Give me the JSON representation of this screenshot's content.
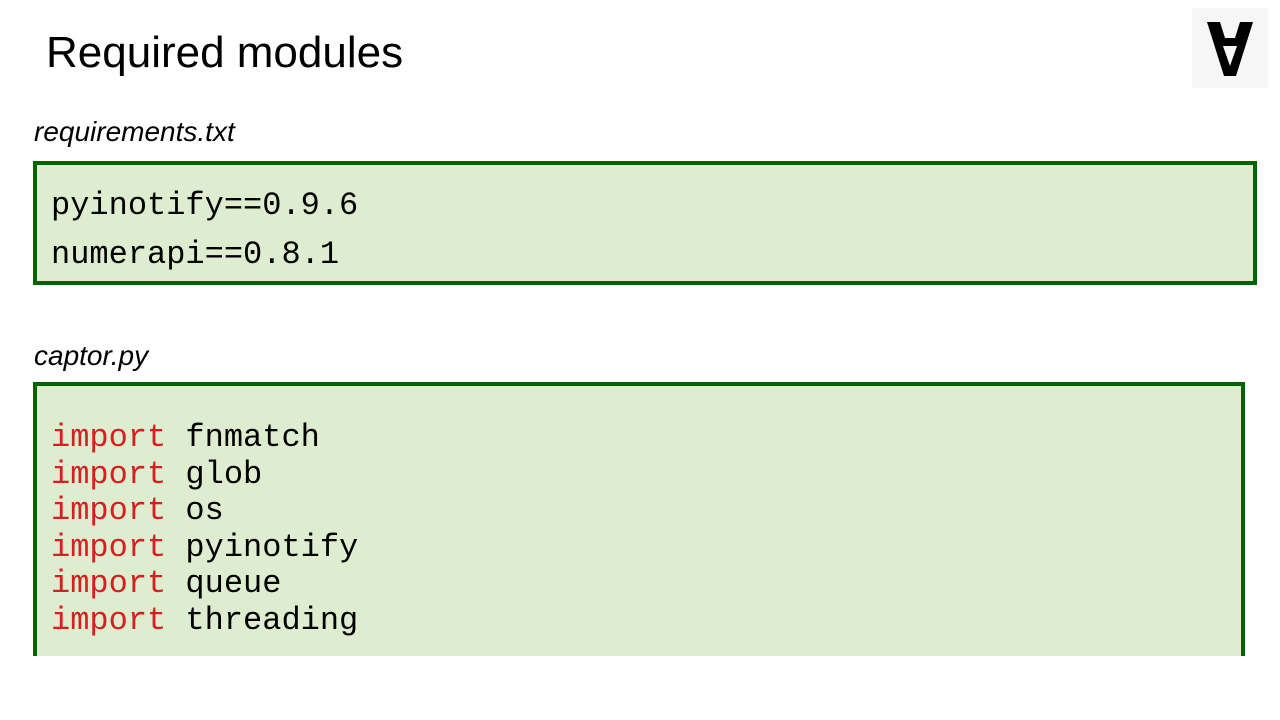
{
  "slide": {
    "title": "Required modules"
  },
  "requirements": {
    "filename": "requirements.txt",
    "lines": [
      "pyinotify==0.9.6",
      "numerapi==0.8.1"
    ]
  },
  "captor": {
    "filename": "captor.py",
    "keyword": "import",
    "modules": [
      "fnmatch",
      "glob",
      "os",
      "pyinotify",
      "queue",
      "threading"
    ]
  },
  "colors": {
    "box_fill": "#deedcf",
    "box_border": "#006400",
    "keyword": "#d42020"
  },
  "icons": {
    "logo": "turned-a-logo"
  }
}
